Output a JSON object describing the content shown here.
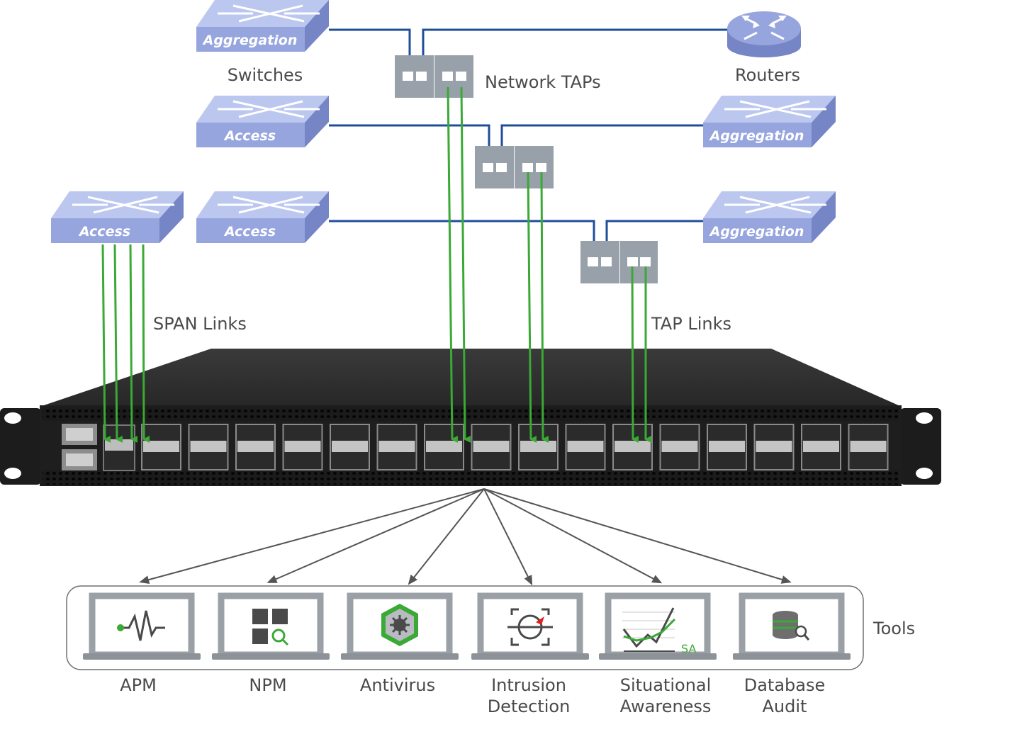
{
  "switches": {
    "aggregation_top": "Aggregation",
    "access_mid": "Access",
    "aggregation_mid": "Aggregation",
    "access_left": "Access",
    "access_low": "Access",
    "aggregation_low": "Aggregation"
  },
  "labels": {
    "switches": "Switches",
    "network_taps": "Network TAPs",
    "routers": "Routers",
    "span_links": "SPAN Links",
    "tap_links": "TAP Links",
    "tools": "Tools"
  },
  "tools": [
    {
      "name_line1": "APM",
      "name_line2": "",
      "icon": "apm-pulse-icon"
    },
    {
      "name_line1": "NPM",
      "name_line2": "",
      "icon": "npm-grid-search-icon"
    },
    {
      "name_line1": "Antivirus",
      "name_line2": "",
      "icon": "antivirus-shield-icon"
    },
    {
      "name_line1": "Intrusion",
      "name_line2": "Detection",
      "icon": "intrusion-target-icon"
    },
    {
      "name_line1": "Situational",
      "name_line2": "Awareness",
      "icon": "situational-awareness-chart-icon",
      "badge": "SA"
    },
    {
      "name_line1": "Database",
      "name_line2": "Audit",
      "icon": "database-search-icon"
    }
  ],
  "colors": {
    "switch_face": "#96a5de",
    "switch_side": "#7685c6",
    "switch_top": "#bcc7ef",
    "network_link": "#1f4e99",
    "span_tap_link": "#3aa935",
    "tap_box": "#98a1aa",
    "chassis": "#1e1e1e",
    "tool_arrow": "#555555"
  }
}
